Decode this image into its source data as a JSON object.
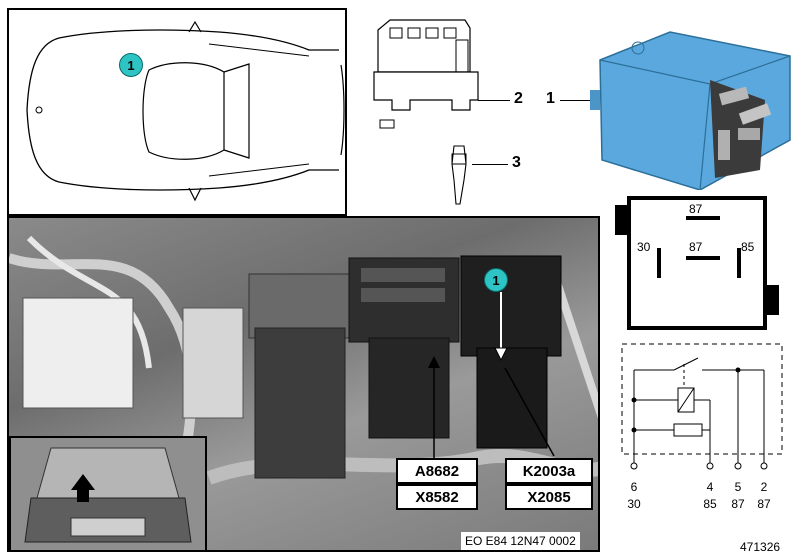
{
  "callouts": {
    "car_badge": "1",
    "photo_badge": "1"
  },
  "parts": [
    {
      "number": "2"
    },
    {
      "number": "3"
    },
    {
      "number": "1"
    }
  ],
  "relay_pins": {
    "top": "87",
    "center": "87",
    "left": "30",
    "right": "85"
  },
  "connector_labels": {
    "a_top": "A8682",
    "a_bottom": "X8582",
    "k_top": "K2003a",
    "k_bottom": "X2085"
  },
  "photo_ref": "EO E84 12N47 0002",
  "schematic_pins": [
    {
      "num": "6",
      "term": "30"
    },
    {
      "num": "4",
      "term": "85"
    },
    {
      "num": "5",
      "term": "87"
    },
    {
      "num": "2",
      "term": "87"
    }
  ],
  "diagram_id": "471326",
  "colors": {
    "relay_blue": "#5aa8de",
    "callout_cyan": "#2ec4c4"
  }
}
